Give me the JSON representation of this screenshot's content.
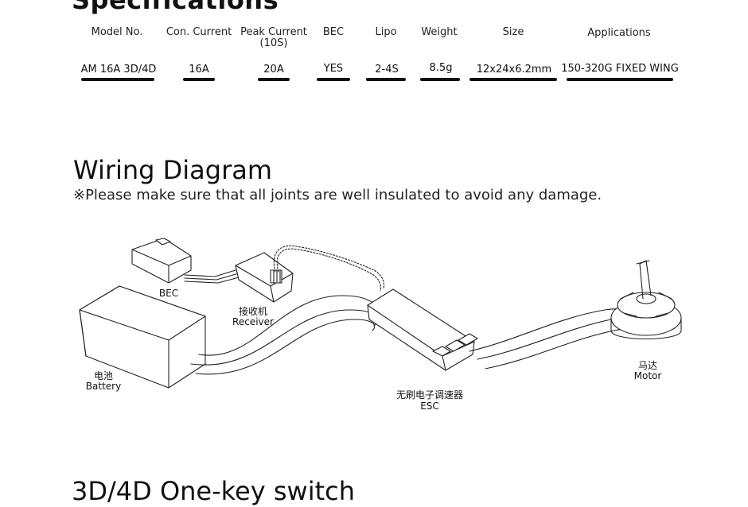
{
  "specifications": {
    "heading": "Specifications",
    "columns": [
      {
        "header": "Model No.",
        "value": "AM 16A 3D/4D"
      },
      {
        "header": "Con. Current",
        "value": "16A"
      },
      {
        "header": "Peak Current\n(10S)",
        "value": "20A"
      },
      {
        "header": "BEC",
        "value": "YES"
      },
      {
        "header": "Lipo",
        "value": "2-4S"
      },
      {
        "header": "Weight",
        "value": "8.5g"
      },
      {
        "header": "Size",
        "value": "12x24x6.2mm"
      },
      {
        "header": "Applications",
        "value": "150-320G FIXED WING"
      }
    ]
  },
  "wiring": {
    "heading": "Wiring Diagram",
    "note": "※Please make sure that all joints are well insulated to avoid any damage.",
    "labels": {
      "bec": "BEC",
      "receiver_cn": "接收机",
      "receiver_en": "Receiver",
      "battery_cn": "电池",
      "battery_en": "Battery",
      "esc_cn": "无刷电子调速器",
      "esc_en": "ESC",
      "motor_cn": "马达",
      "motor_en": "Motor"
    }
  },
  "switch_section": {
    "heading": "3D/4D One-key switch"
  }
}
